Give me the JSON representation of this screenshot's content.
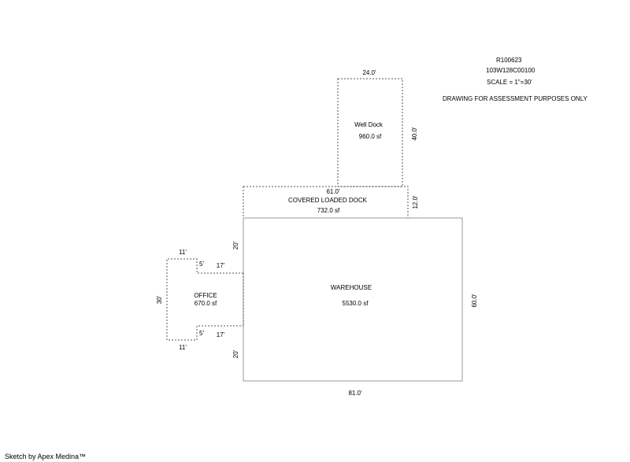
{
  "header": {
    "parcel_id": "R100623",
    "account": "103W128C00100",
    "scale": "SCALE = 1\"=30'",
    "note": "DRAWING FOR ASSESSMENT PURPOSES ONLY"
  },
  "areas": {
    "warehouse": {
      "name": "WAREHOUSE",
      "area": "5530.0 sf",
      "width_dim": "81.0'",
      "height_dim": "60.0'"
    },
    "covered_dock": {
      "name": "COVERED LOADED DOCK",
      "area": "732.0 sf",
      "width_dim": "61.0'",
      "height_dim": "12.0'"
    },
    "well_dock": {
      "name": "Well Dock",
      "area": "960.0 sf",
      "width_dim": "24.0'",
      "height_dim": "40.0'"
    },
    "office": {
      "name": "OFFICE",
      "area": "670.0 sf",
      "height_dim": "30'",
      "top_dim": "11'",
      "bottom_dim": "11'",
      "top_step": "5'",
      "bottom_step": "5'",
      "top_arm": "17'",
      "bottom_arm": "17'",
      "upper_wall": "20'",
      "lower_wall": "20'"
    }
  },
  "footer": {
    "credit": "Sketch by Apex Medina™"
  },
  "colors": {
    "warehouse_line": "#999999",
    "dotted_line": "#555555"
  }
}
